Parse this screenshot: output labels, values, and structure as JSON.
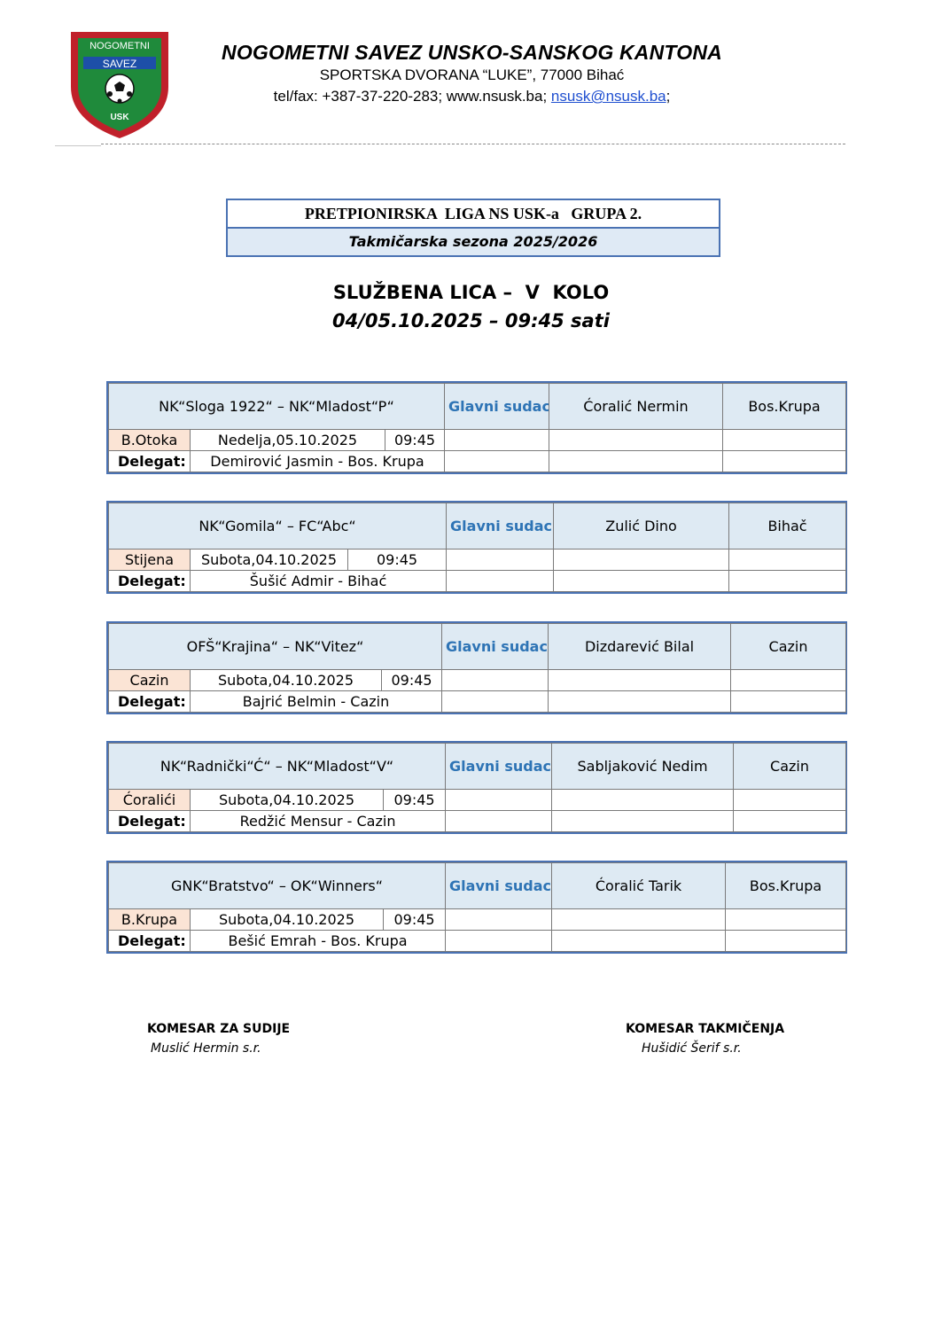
{
  "header": {
    "logo": {
      "top_text": "NOGOMETNI",
      "middle_text": "SAVEZ",
      "bottom_text": "USK",
      "icon": "football-shield-logo",
      "colors": {
        "border": "#c0202a",
        "field": "#1f8a3b",
        "band": "#1d4fa8"
      }
    },
    "title": "NOGOMETNI SAVEZ UNSKO-SANSKOG KANTONA",
    "address": "SPORTSKA DVORANA “LUKE”, 77000 Bihać",
    "contact_prefix": "tel/fax: +387-37-220-283; www.nsusk.ba; ",
    "contact_email": "nsusk@nsusk.ba",
    "contact_suffix": ";"
  },
  "league": {
    "title": "PRETPIONIRSKA  LIGA NS USK-a   GRUPA 2.",
    "season": "Takmičarska sezona 2025/2026"
  },
  "heading": {
    "line1": "SLUŽBENA LICA –  V  KOLO",
    "line2": "04/05.10.2025 – 09:45 sati"
  },
  "referee_role": "Glavni sudac",
  "delegat_label": "Delegat:",
  "matches": [
    {
      "fixture": "NK“Sloga 1922“ – NK“Mladost“P“",
      "referee": "Ćoralić Nermin",
      "referee_city": "Bos.Krupa",
      "venue": "B.Otoka",
      "date": "Nedelja,05.10.2025",
      "time": "09:45",
      "delegate": "Demirović Jasmin - Bos. Krupa"
    },
    {
      "fixture": "NK“Gomila“ – FC“Abc“",
      "referee": "Zulić Dino",
      "referee_city": "Bihač",
      "venue": "Stijena",
      "date": "Subota,04.10.2025",
      "time": "09:45",
      "delegate": "Šušić Admir - Bihać"
    },
    {
      "fixture": "OFŠ“Krajina“ – NK“Vitez“",
      "referee": "Dizdarević Bilal",
      "referee_city": "Cazin",
      "venue": "Cazin",
      "date": "Subota,04.10.2025",
      "time": "09:45",
      "delegate": "Bajrić Belmin - Cazin"
    },
    {
      "fixture": "NK“Radnički“Ć“ – NK“Mladost“V“",
      "referee": "Sabljaković Nedim",
      "referee_city": "Cazin",
      "venue": "Ćoralići",
      "date": "Subota,04.10.2025",
      "time": "09:45",
      "delegate": "Redžić Mensur - Cazin"
    },
    {
      "fixture": "GNK“Bratstvo“ – OK“Winners“",
      "referee": "Ćoralić Tarik",
      "referee_city": "Bos.Krupa",
      "venue": "B.Krupa",
      "date": "Subota,04.10.2025",
      "time": "09:45",
      "delegate": "Bešić Emrah - Bos. Krupa"
    }
  ],
  "signatures": {
    "left": {
      "title": "KOMESAR ZA SUDIJE",
      "name": "Muslić Hermin  s.r."
    },
    "right": {
      "title": "KOMESAR TAKMIČENJA",
      "name": "Hušidić Šerif  s.r."
    }
  }
}
